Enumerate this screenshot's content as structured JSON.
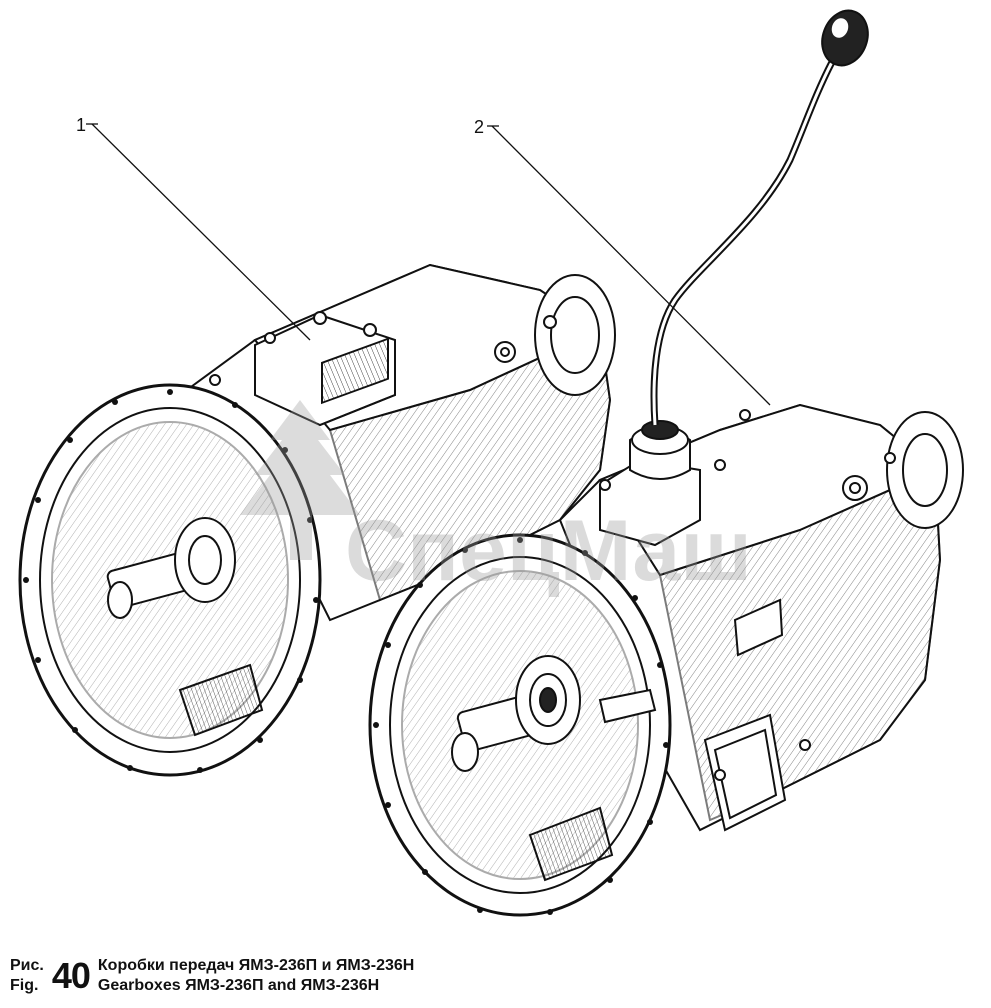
{
  "callouts": [
    {
      "number": "1"
    },
    {
      "number": "2"
    }
  ],
  "watermark": {
    "text": "СпецМаш",
    "icon": "tree-logo"
  },
  "caption": {
    "prefix_ru": "Рис.",
    "prefix_en": "Fig.",
    "number": "40",
    "title_ru": "Коробки передач ЯМЗ-236П и ЯМЗ-236Н",
    "title_en": "Gearboxes ЯМЗ-236П and ЯМЗ-236Н"
  }
}
